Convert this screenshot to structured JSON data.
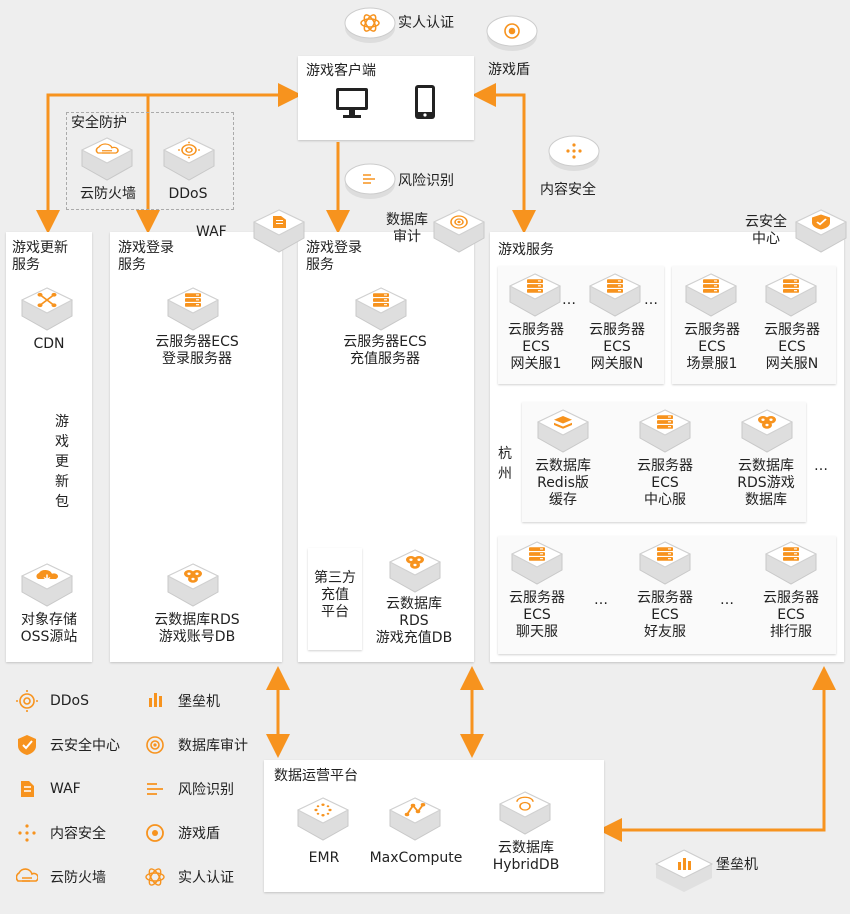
{
  "colors": {
    "accent": "#f7931e",
    "accent_dark": "#e8860f",
    "border": "#cccccc"
  },
  "top": {
    "realname": "实人认证",
    "gameshield": "游戏盾",
    "client_title": "游戏客户端",
    "risk": "风险识别",
    "content_security": "内容安全"
  },
  "security": {
    "title": "安全防护",
    "firewall": "云防火墙",
    "ddos": "DDoS"
  },
  "waf": "WAF",
  "db_audit": "数据库\n审计",
  "cloud_security_center": "云安全\n中心",
  "update_service": {
    "title": "游戏更新\n服务",
    "cdn": "CDN",
    "update_pkg": "游戏更新包",
    "oss": "对象存储\nOSS源站"
  },
  "login_service": {
    "title": "游戏登录\n服务",
    "ecs": "云服务器ECS\n登录服务器",
    "rds": "云数据库RDS\n游戏账号DB"
  },
  "pay_service": {
    "title": "游戏登录\n服务",
    "ecs": "云服务器ECS\n充值服务器",
    "third": "第三方\n充值\n平台",
    "rds": "云数据库\nRDS\n游戏充值DB"
  },
  "game_service": {
    "title": "游戏服务",
    "gw1": "云服务器\nECS\n网关服1",
    "gwN": "云服务器\nECS\n网关服N",
    "scene1": "云服务器\nECS\n场景服1",
    "gwN2": "云服务器\nECS\n网关服N",
    "hangzhou": "杭州",
    "redis": "云数据库\nRedis版\n缓存",
    "center": "云服务器\nECS\n中心服",
    "rds_game": "云数据库\nRDS游戏\n数据库",
    "chat": "云服务器\nECS\n聊天服",
    "friend": "云服务器\nECS\n好友服",
    "rank": "云服务器\nECS\n排行服",
    "ellipsis": "…"
  },
  "data_platform": {
    "title": "数据运营平台",
    "emr": "EMR",
    "maxcompute": "MaxCompute",
    "hybriddb": "云数据库\nHybridDB"
  },
  "bastion": "堡垒机",
  "legend": [
    {
      "icon": "ddos-icon",
      "label": "DDoS"
    },
    {
      "icon": "bastion-icon",
      "label": "堡垒机"
    },
    {
      "icon": "cloud-security-center-icon",
      "label": "云安全中心"
    },
    {
      "icon": "db-audit-icon",
      "label": "数据库审计"
    },
    {
      "icon": "waf-icon",
      "label": "WAF"
    },
    {
      "icon": "risk-identification-icon",
      "label": "风险识别"
    },
    {
      "icon": "content-security-icon",
      "label": "内容安全"
    },
    {
      "icon": "game-shield-icon",
      "label": "游戏盾"
    },
    {
      "icon": "cloud-firewall-icon",
      "label": "云防火墙"
    },
    {
      "icon": "realname-auth-icon",
      "label": "实人认证"
    }
  ]
}
